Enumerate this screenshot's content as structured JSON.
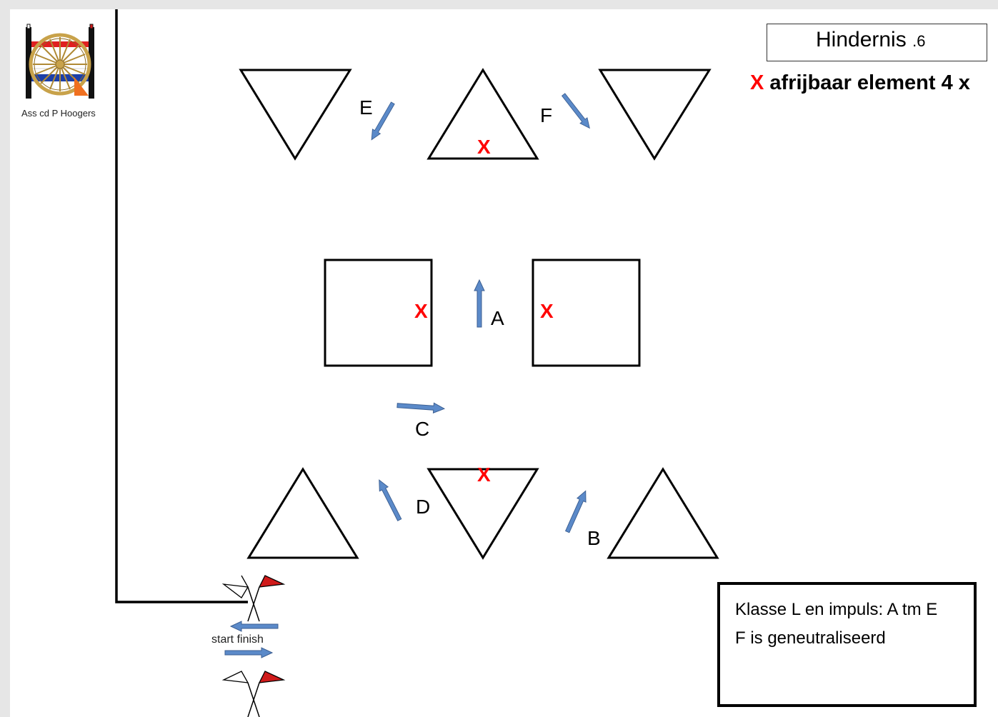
{
  "title": {
    "main": "Hindernis",
    "number": ".6"
  },
  "legend": {
    "marker": "X",
    "text": "afrijbaar element 4 x"
  },
  "logo": {
    "caption": "Ass cd P Hoogers",
    "colors": {
      "red": "#e02020",
      "blue": "#1c3fa8",
      "wood": "#c8a24a",
      "orange": "#f07020"
    }
  },
  "start_finish": {
    "label": "start finish",
    "flag_color": "#d01a1a"
  },
  "gates": {
    "A": "A",
    "B": "B",
    "C": "C",
    "D": "D",
    "E": "E",
    "F": "F"
  },
  "x_marker": "X",
  "arrow_color": "#5b8ac9",
  "info_box": {
    "line1": "Klasse L en impuls: A tm E",
    "line2": "F is geneutraliseerd"
  }
}
